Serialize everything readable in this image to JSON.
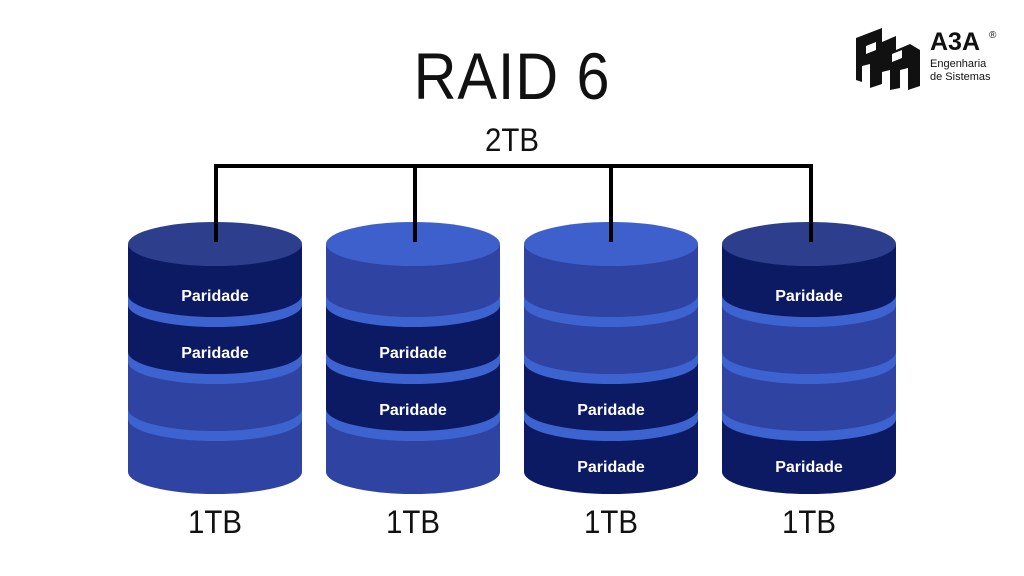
{
  "title": "RAID 6",
  "total_capacity": "2TB",
  "logo": {
    "icon": "a3a-cube-logo-icon",
    "brand": "A3A",
    "registered": "®",
    "line1": "Engenharia",
    "line2": "de Sistemas"
  },
  "colors": {
    "parity": "#0c1a63",
    "data": "#2f43a3",
    "stripe": "#3d63d1",
    "top_dark": "#2c3e8c",
    "top_light": "#3d60cc",
    "line": "#000000"
  },
  "segment_labels": {
    "parity": "Paridade",
    "data": ""
  },
  "disks": [
    {
      "capacity": "1TB",
      "top": "dark",
      "segments": [
        "parity",
        "parity",
        "data",
        "data"
      ]
    },
    {
      "capacity": "1TB",
      "top": "light",
      "segments": [
        "data",
        "parity",
        "parity",
        "data"
      ]
    },
    {
      "capacity": "1TB",
      "top": "light",
      "segments": [
        "data",
        "data",
        "parity",
        "parity"
      ]
    },
    {
      "capacity": "1TB",
      "top": "dark",
      "segments": [
        "parity",
        "data",
        "data",
        "parity"
      ]
    }
  ]
}
